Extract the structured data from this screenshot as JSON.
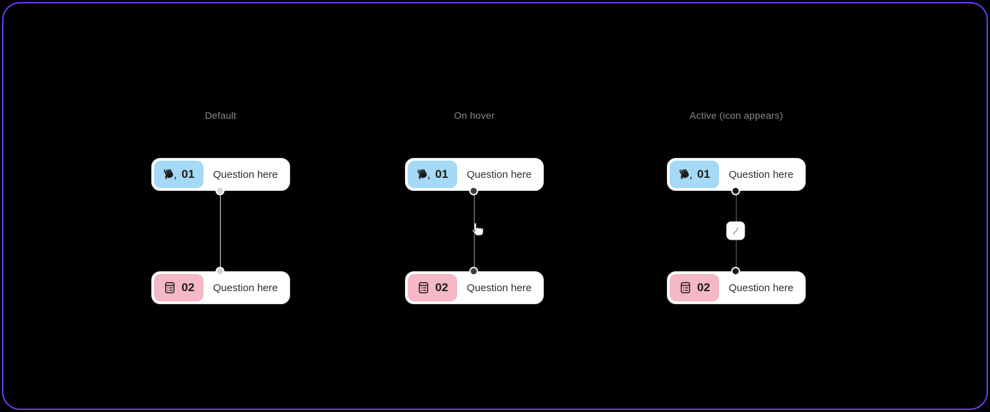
{
  "canvas": {
    "background": "#000000",
    "frame_border_color": "#6F3BF5"
  },
  "columns": [
    {
      "id": "default",
      "label": "Default"
    },
    {
      "id": "hover",
      "label": "On hover"
    },
    {
      "id": "active",
      "label": "Active (icon appears)"
    }
  ],
  "cards": {
    "q1": {
      "number": "01",
      "label": "Question here",
      "icon": "waving-hand-icon",
      "badge_color": "#A5D9F6"
    },
    "q2": {
      "number": "02",
      "label": "Question here",
      "icon": "list-details-icon",
      "badge_color": "#F5B8C6"
    }
  },
  "connector": {
    "default_line_color": "#DEDEDE",
    "hover_line_color": "#565656",
    "active_line_color": "#3A3A3A",
    "hover_cursor": "hand-pointer-cursor",
    "active_icon": "curve-connector-icon"
  }
}
